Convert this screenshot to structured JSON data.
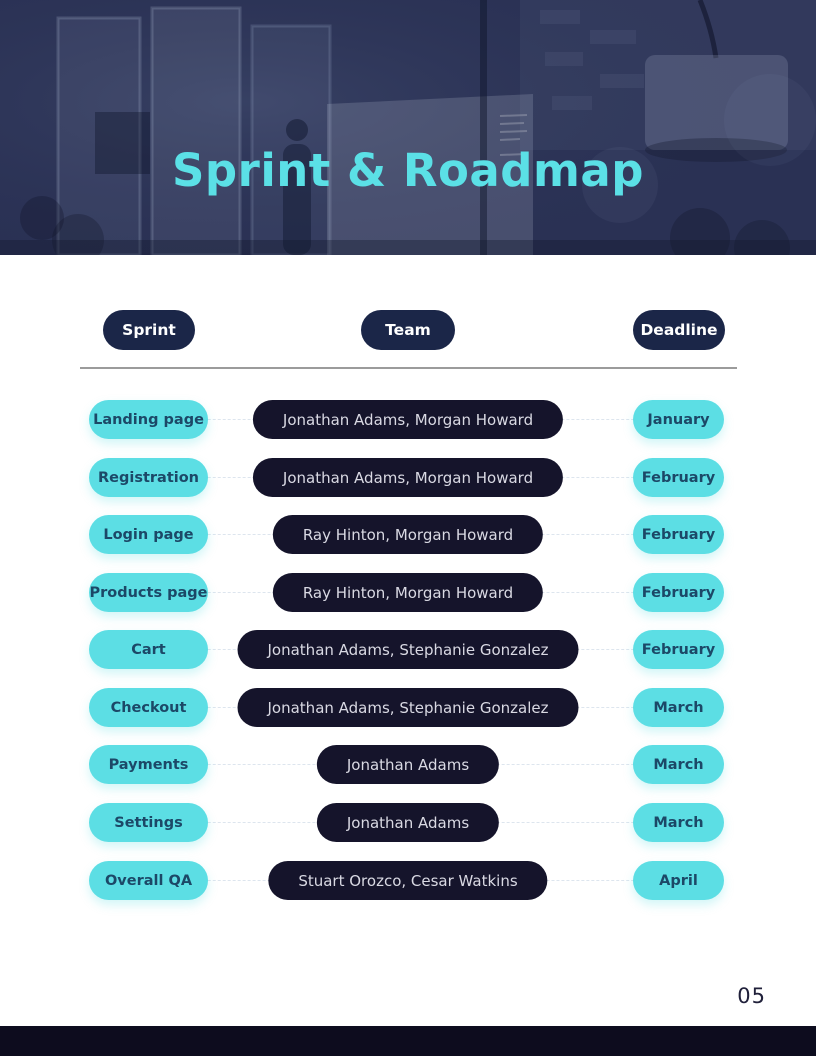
{
  "page": {
    "title": "Sprint & Roadmap",
    "page_number": "05"
  },
  "table": {
    "columns": {
      "sprint": "Sprint",
      "team": "Team",
      "deadline": "Deadline"
    },
    "rows": [
      {
        "sprint": "Landing page",
        "team": "Jonathan Adams, Morgan Howard",
        "deadline": "January"
      },
      {
        "sprint": "Registration",
        "team": "Jonathan Adams, Morgan Howard",
        "deadline": "February"
      },
      {
        "sprint": "Login page",
        "team": "Ray Hinton, Morgan Howard",
        "deadline": "February"
      },
      {
        "sprint": "Products page",
        "team": "Ray Hinton, Morgan Howard",
        "deadline": "February"
      },
      {
        "sprint": "Cart",
        "team": "Jonathan Adams, Stephanie Gonzalez",
        "deadline": "February"
      },
      {
        "sprint": "Checkout",
        "team": "Jonathan Adams, Stephanie Gonzalez",
        "deadline": "March"
      },
      {
        "sprint": "Payments",
        "team": "Jonathan Adams",
        "deadline": "March"
      },
      {
        "sprint": "Settings",
        "team": "Jonathan Adams",
        "deadline": "March"
      },
      {
        "sprint": "Overall QA",
        "team": "Stuart Orozco, Cesar Watkins",
        "deadline": "April"
      }
    ]
  },
  "colors": {
    "accent_cyan": "#5CDEE4",
    "title_cyan": "#5BE0E6",
    "hero_navy": "#2A3154",
    "header_pill_navy": "#1B2648",
    "team_pill_dark": "#15142B",
    "footer_dark": "#0D0C1E"
  }
}
